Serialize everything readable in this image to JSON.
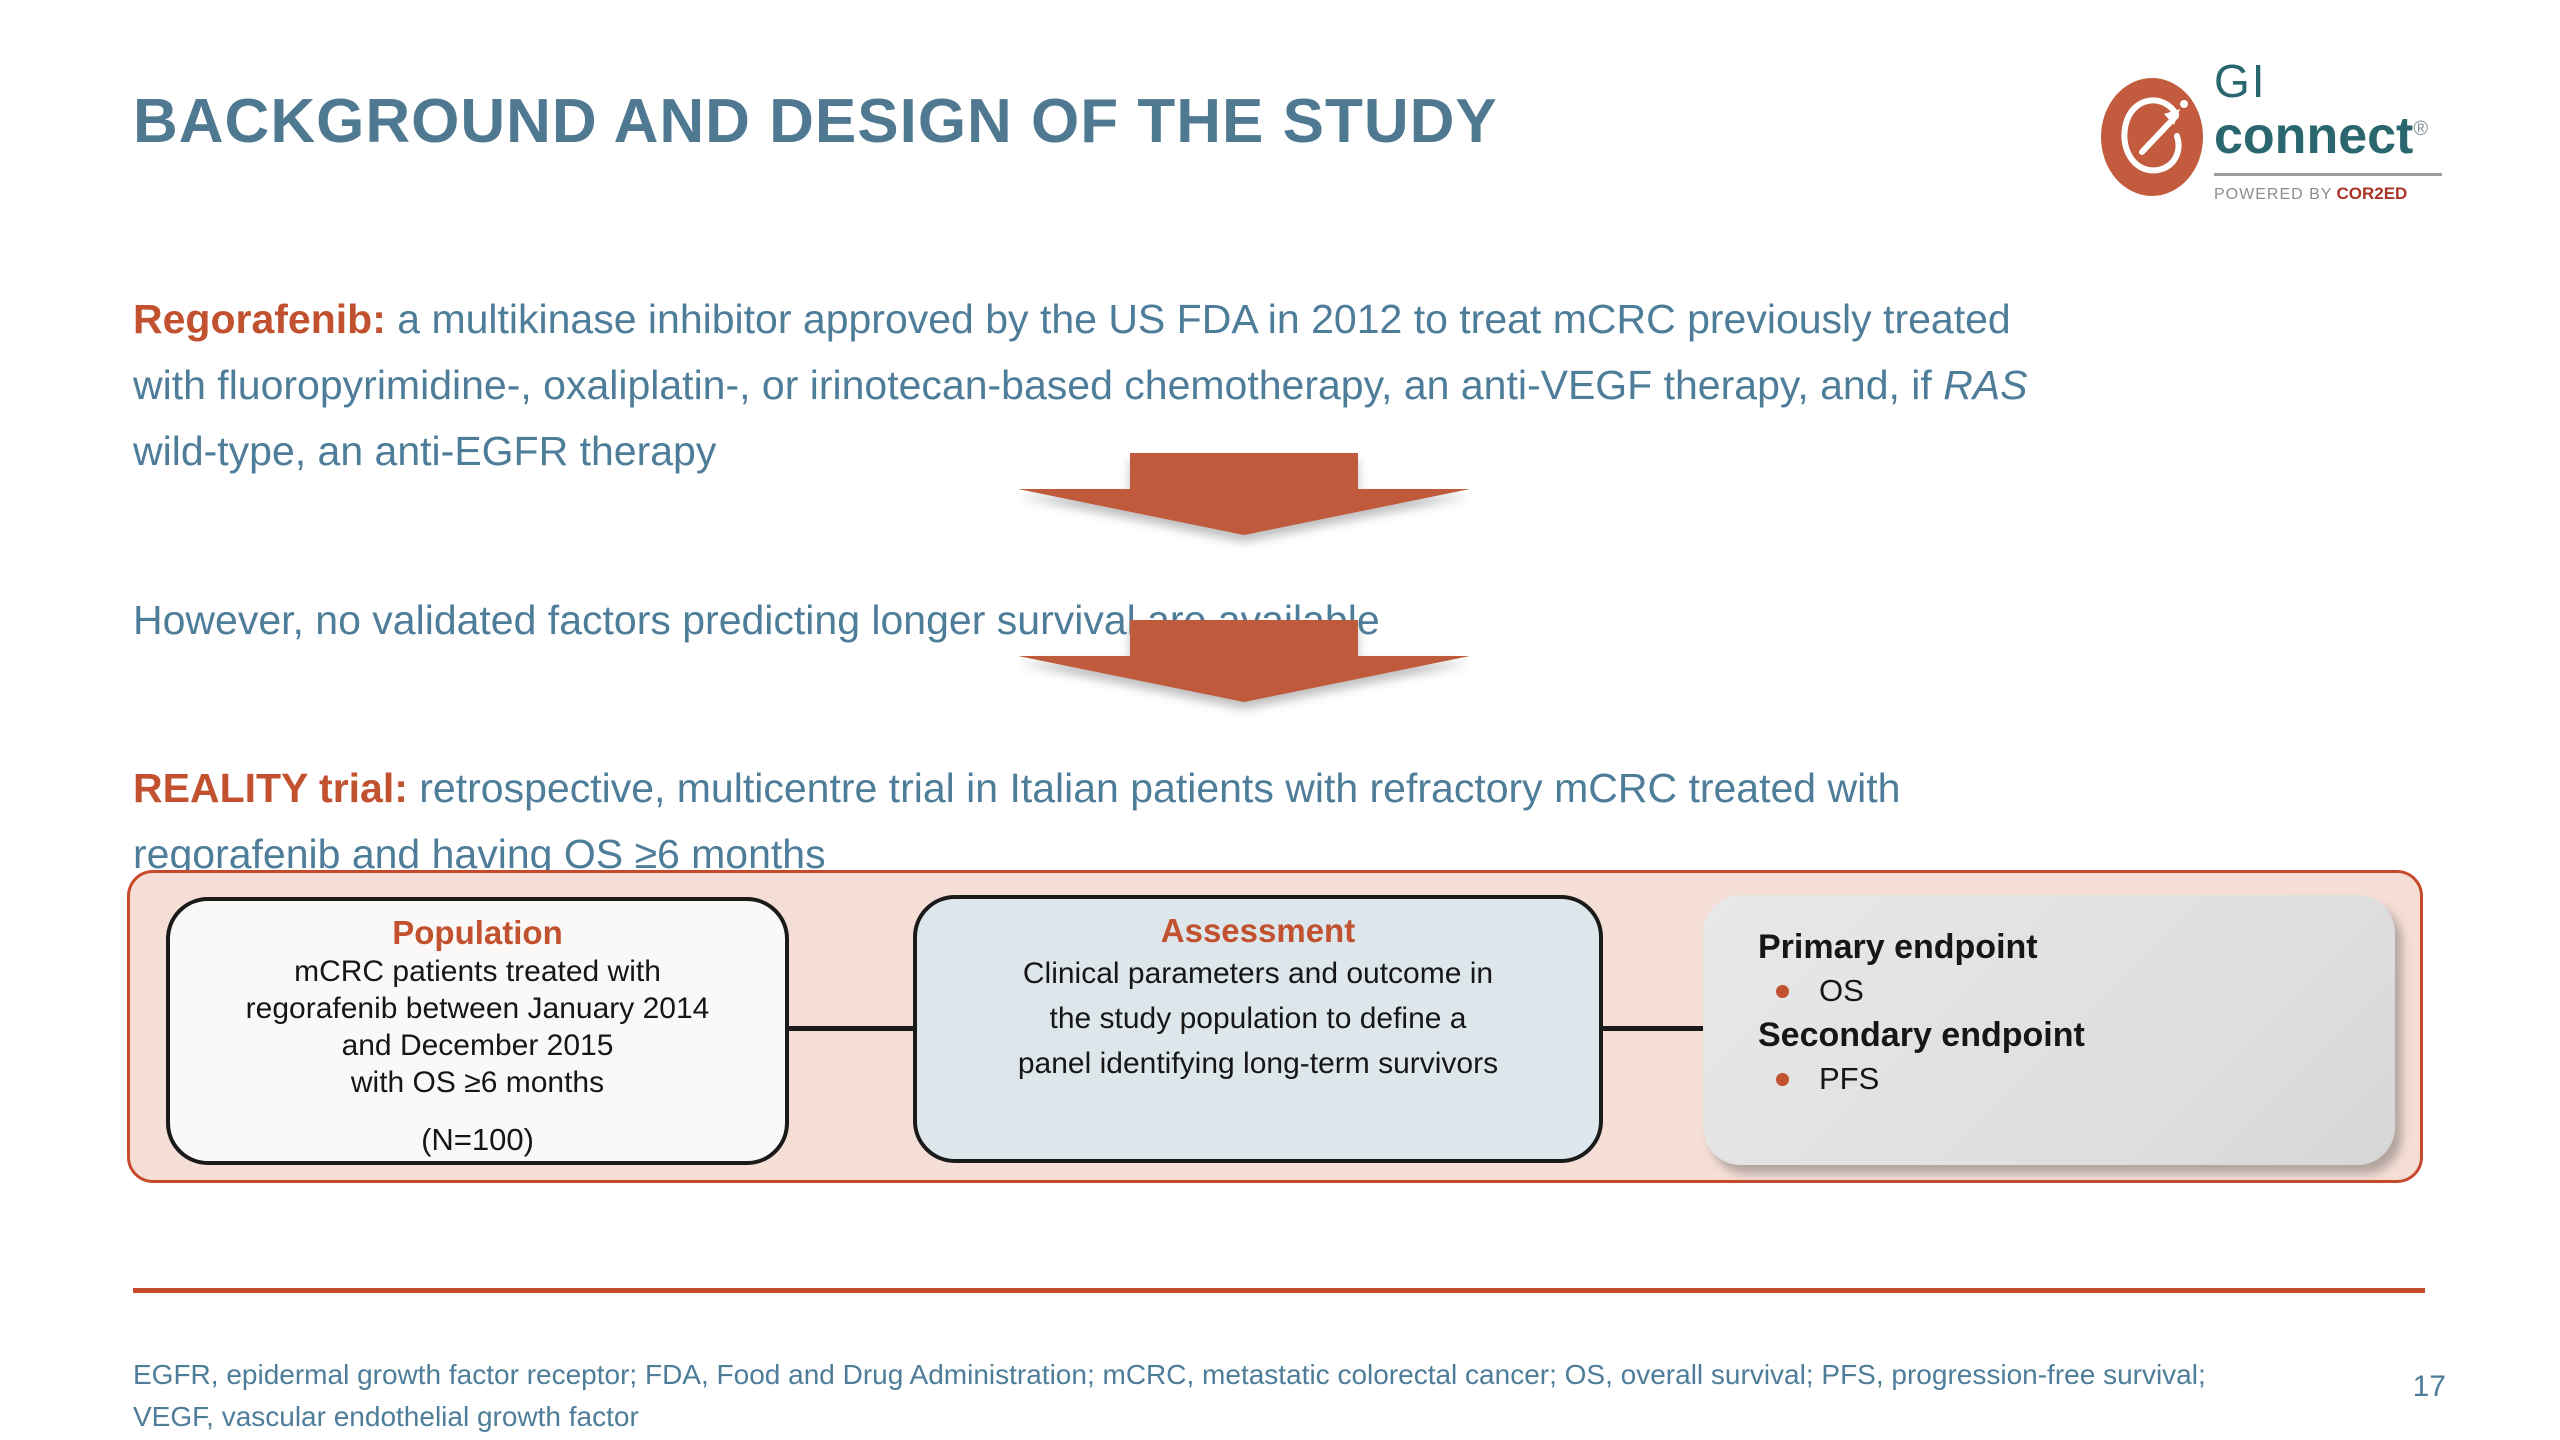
{
  "slide": {
    "title": "BACKGROUND AND DESIGN OF THE STUDY",
    "page_number": "17"
  },
  "logo": {
    "brand_top": "GI",
    "brand_bottom": "connect",
    "registered": "®",
    "powered_by": "POWERED BY",
    "powered_brand": "COR2ED"
  },
  "intro": {
    "lead": "Regorafenib:",
    "line1_rest": " a multikinase inhibitor approved by the US FDA in 2012 to treat mCRC previously treated",
    "line2_before_ras": "with fluoropyrimidine-, oxaliplatin-, or irinotecan-based chemotherapy, an anti-VEGF therapy, and, if ",
    "ras": "RAS",
    "line3": "wild-type, an anti-EGFR therapy"
  },
  "middle_statement": "However, no validated factors predicting longer survival are available",
  "reality": {
    "lead": "REALITY trial:",
    "line1_rest": " retrospective, multicentre trial in Italian patients with refractory mCRC treated with",
    "line2": "regorafenib and having OS ≥6 months"
  },
  "diagram": {
    "population": {
      "title": "Population",
      "lines": [
        "mCRC patients treated with",
        "regorafenib between January 2014",
        "and December 2015",
        "with OS ≥6 months"
      ],
      "n": "(N=100)"
    },
    "assessment": {
      "title": "Assessment",
      "lines": [
        "Clinical parameters and outcome in",
        "the study population to define a",
        "panel identifying long-term survivors"
      ]
    },
    "endpoints": {
      "primary_label": "Primary endpoint",
      "primary_items": [
        "OS"
      ],
      "secondary_label": "Secondary endpoint",
      "secondary_items": [
        "PFS"
      ]
    }
  },
  "footnote": {
    "line1": "EGFR, epidermal growth factor receptor; FDA, Food and Drug Administration; mCRC, metastatic colorectal cancer; OS, overall survival; PFS, progression-free survival;",
    "line2": "VEGF, vascular endothelial growth factor"
  },
  "colors": {
    "accent_red": "#c1512f",
    "arrow_red": "#c05a3c",
    "container_border": "#c6492c",
    "container_fill": "#f5ded6",
    "title_blue": "#4f7891",
    "body_blue": "#4e7d99",
    "brand_teal": "#2a666e",
    "cor2ed_red": "#a93326",
    "population_fill": "#fbf9f7",
    "assessment_fill": "#dde7eb",
    "endpoints_fill": "#e0e0e0"
  }
}
